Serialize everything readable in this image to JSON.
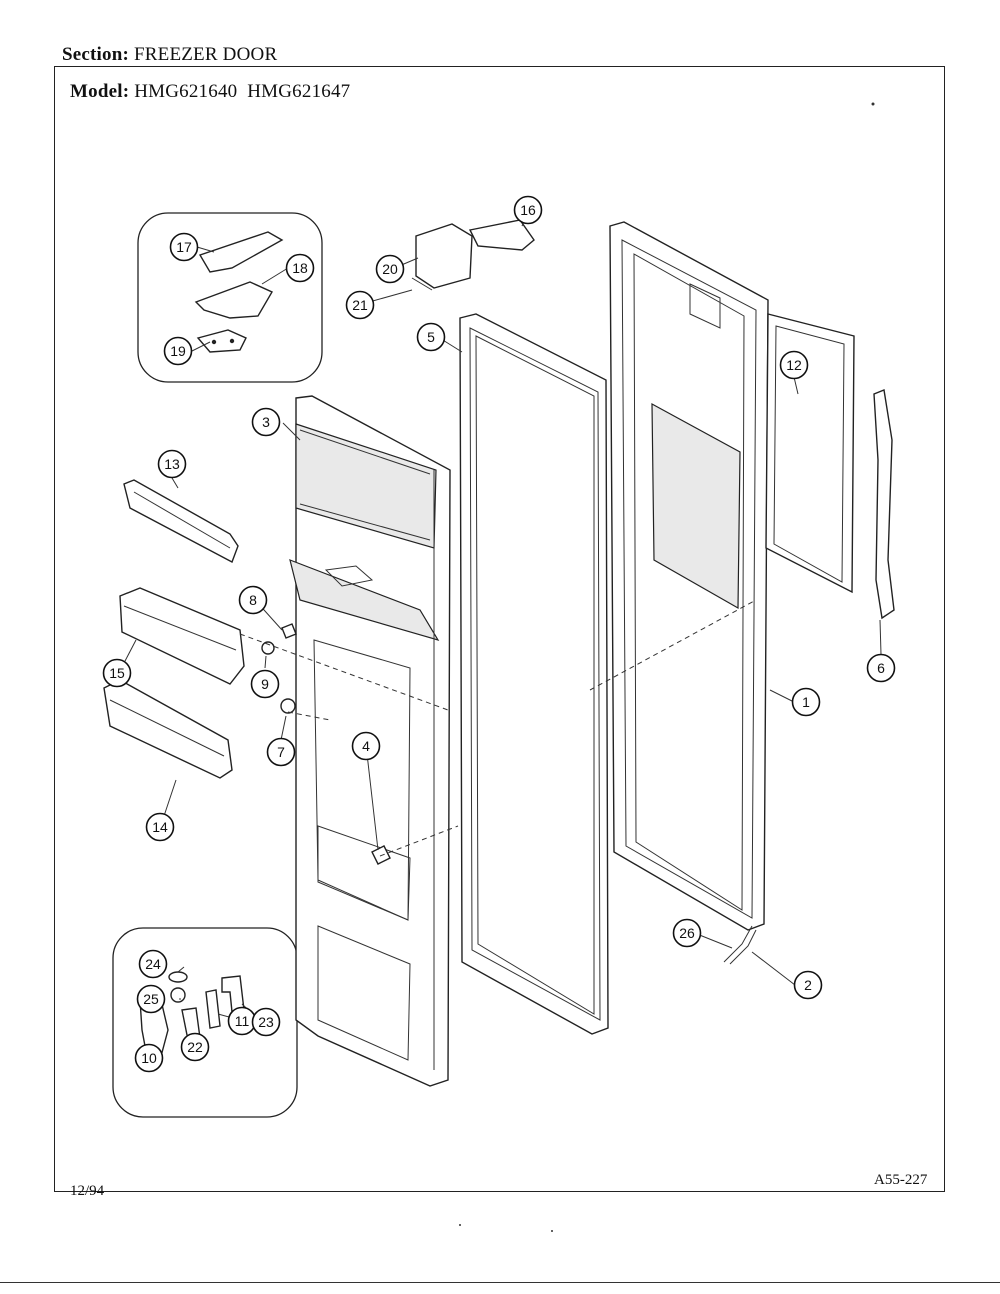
{
  "header": {
    "section_label": "Section:",
    "section_value": "FREEZER DOOR",
    "model_label": "Model:",
    "model_value": "HMG621640  HMG621647"
  },
  "footer": {
    "date_code": "12/94",
    "drawing_number": "A55-227"
  },
  "callouts": [
    {
      "id": "1",
      "label": "1"
    },
    {
      "id": "2",
      "label": "2"
    },
    {
      "id": "3",
      "label": "3"
    },
    {
      "id": "4",
      "label": "4"
    },
    {
      "id": "5",
      "label": "5"
    },
    {
      "id": "6",
      "label": "6"
    },
    {
      "id": "7",
      "label": "7"
    },
    {
      "id": "8",
      "label": "8"
    },
    {
      "id": "9",
      "label": "9"
    },
    {
      "id": "10",
      "label": "10"
    },
    {
      "id": "11",
      "label": "11"
    },
    {
      "id": "12",
      "label": "12"
    },
    {
      "id": "13",
      "label": "13"
    },
    {
      "id": "14",
      "label": "14"
    },
    {
      "id": "15",
      "label": "15"
    },
    {
      "id": "16",
      "label": "16"
    },
    {
      "id": "17",
      "label": "17"
    },
    {
      "id": "18",
      "label": "18"
    },
    {
      "id": "19",
      "label": "19"
    },
    {
      "id": "20",
      "label": "20"
    },
    {
      "id": "21",
      "label": "21"
    },
    {
      "id": "22",
      "label": "22"
    },
    {
      "id": "23",
      "label": "23"
    },
    {
      "id": "24",
      "label": "24"
    },
    {
      "id": "25",
      "label": "25"
    },
    {
      "id": "26",
      "label": "26"
    }
  ]
}
